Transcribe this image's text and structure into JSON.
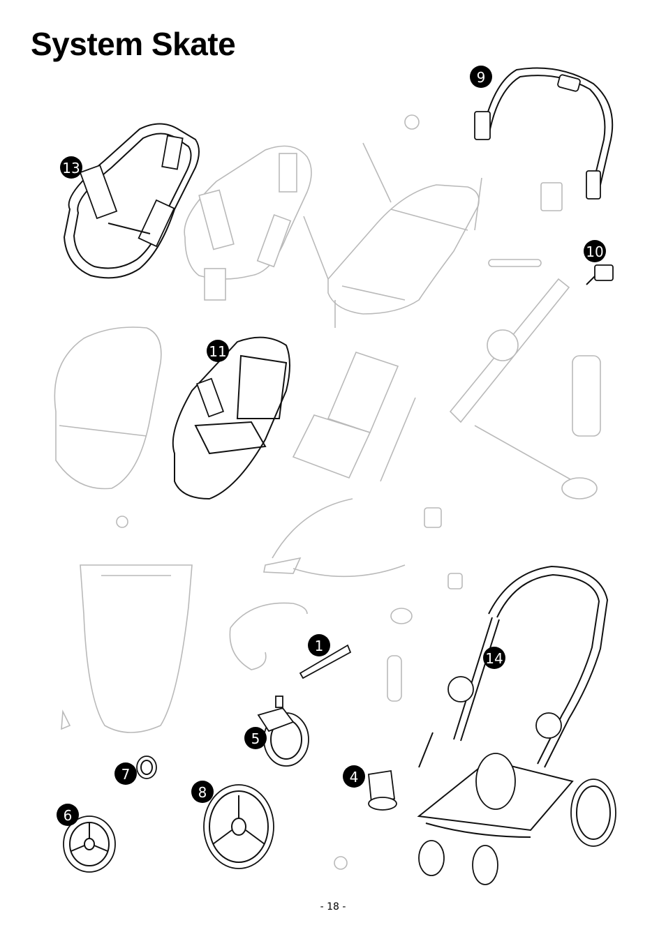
{
  "document": {
    "title": "System Skate",
    "page_number": "- 18 -"
  },
  "callouts": [
    {
      "id": "9",
      "label": "9"
    },
    {
      "id": "13",
      "label": "13"
    },
    {
      "id": "10",
      "label": "10"
    },
    {
      "id": "11",
      "label": "11"
    },
    {
      "id": "1",
      "label": "1"
    },
    {
      "id": "14",
      "label": "14"
    },
    {
      "id": "5",
      "label": "5"
    },
    {
      "id": "7",
      "label": "7"
    },
    {
      "id": "4",
      "label": "4"
    },
    {
      "id": "8",
      "label": "8"
    },
    {
      "id": "6",
      "label": "6"
    }
  ]
}
